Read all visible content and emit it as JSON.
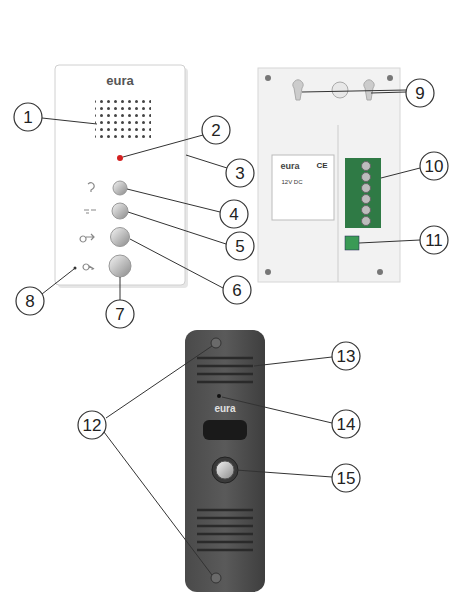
{
  "diagram": {
    "labels": [
      "eura",
      "1",
      "2",
      "3",
      "4",
      "5",
      "6",
      "7",
      "8",
      "9",
      "10",
      "eura",
      "CE",
      "12V DC",
      "11",
      "12",
      "13",
      "eura",
      "14",
      "15"
    ]
  }
}
